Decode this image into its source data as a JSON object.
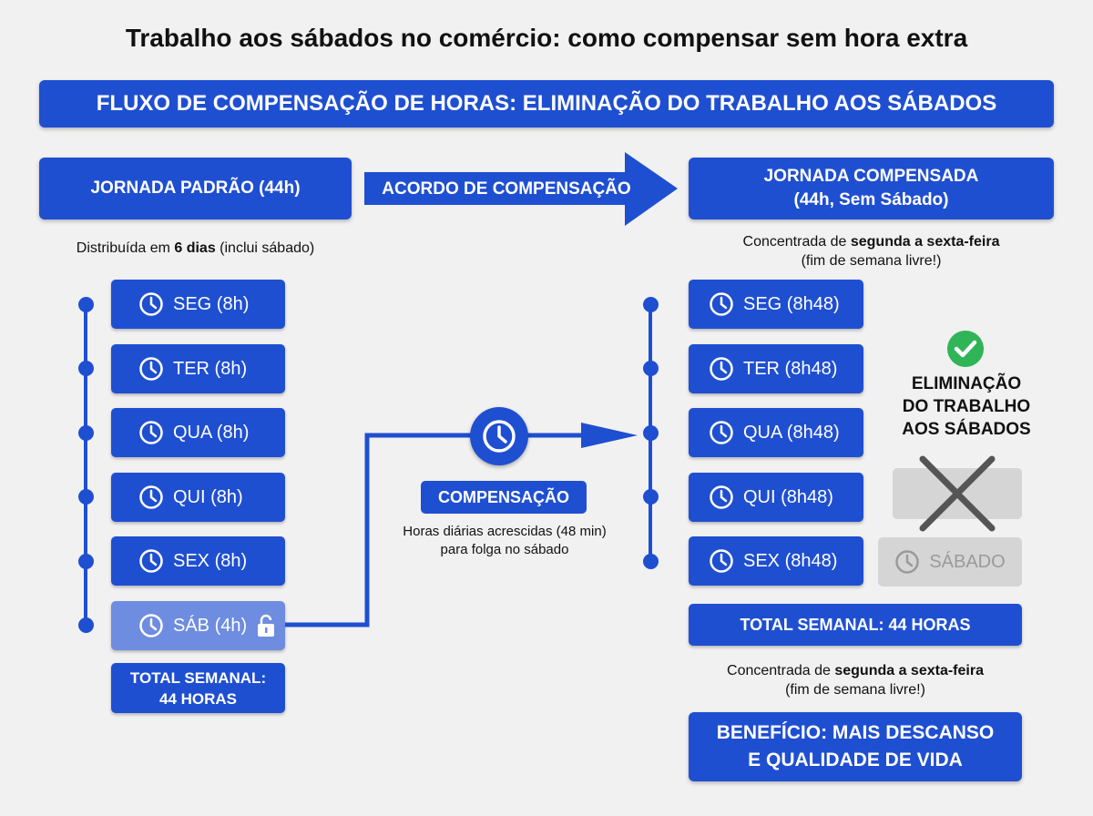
{
  "title": "Trabalho aos sábados no comércio: como compensar sem hora extra",
  "banner": "FLUXO DE COMPENSAÇÃO DE HORAS: ELIMINAÇÃO DO TRABALHO AOS SÁBADOS",
  "left": {
    "header": "JORNADA PADRÃO (44h)",
    "note_pre": "Distribuída em ",
    "note_bold": "6 dias",
    "note_post": " (inclui sábado)",
    "days": [
      "SEG (8h)",
      "TER (8h)",
      "QUA (8h)",
      "QUI (8h)",
      "SEX (8h)",
      "SÁB (4h)"
    ],
    "total_line1": "TOTAL SEMANAL:",
    "total_line2": "44 HORAS"
  },
  "arrow_label": "ACORDO DE COMPENSAÇÃO",
  "middle": {
    "label": "COMPENSAÇÃO",
    "note": "Horas diárias acrescidas (48 min) para folga no sábado"
  },
  "right": {
    "header_line1": "JORNADA COMPENSADA",
    "header_line2": "(44h, Sem Sábado)",
    "note_pre": "Concentrada de ",
    "note_bold": "segunda a sexta-feira",
    "note_line2": "(fim de semana livre!)",
    "days": [
      "SEG (8h48)",
      "TER (8h48)",
      "QUA (8h48)",
      "QUI (8h48)",
      "SEX (8h48)"
    ],
    "elim_line1": "ELIMINAÇÃO",
    "elim_line2": "DO TRABALHO",
    "elim_line3": "AOS SÁBADOS",
    "saturday": "SÁBADO",
    "total": "TOTAL SEMANAL: 44 HORAS",
    "note2_pre": "Concentrada de ",
    "note2_bold": "segunda a sexta-feira",
    "note2_line2": "(fim de semana livre!)",
    "benefit_line1": "BENEFÍCIO: MAIS DESCANSO",
    "benefit_line2": "E QUALIDADE DE VIDA"
  },
  "colors": {
    "primary": "#1f4fd1",
    "saturday_faded": "#6e8ce0",
    "check_green": "#2fb457",
    "disabled_gray": "#d5d5d5"
  },
  "icons": [
    "clock-icon",
    "unlock-icon",
    "check-circle-icon",
    "cross-icon",
    "arrow-right-icon"
  ]
}
